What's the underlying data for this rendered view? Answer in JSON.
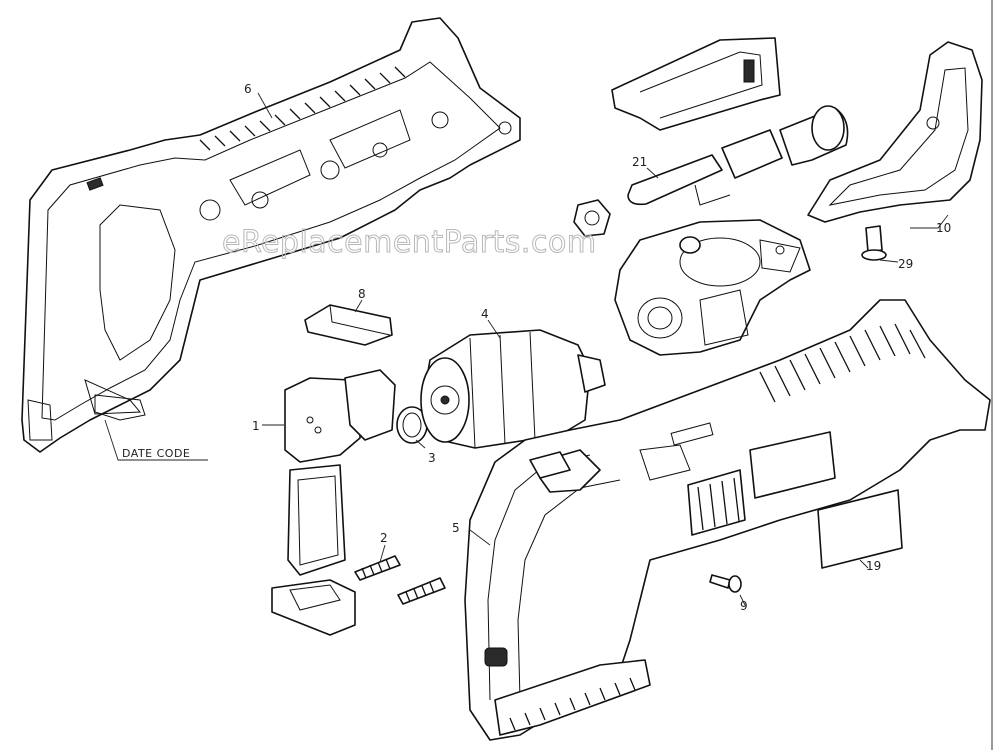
{
  "watermark": "eReplacementParts.com",
  "callouts": {
    "c1": "1",
    "c2": "2",
    "c3": "3",
    "c4": "4",
    "c5": "5",
    "c6": "6",
    "c8": "8",
    "c9": "9",
    "c10": "10",
    "c19": "19",
    "c21": "21",
    "c29": "29",
    "date_code": "DATE CODE"
  }
}
